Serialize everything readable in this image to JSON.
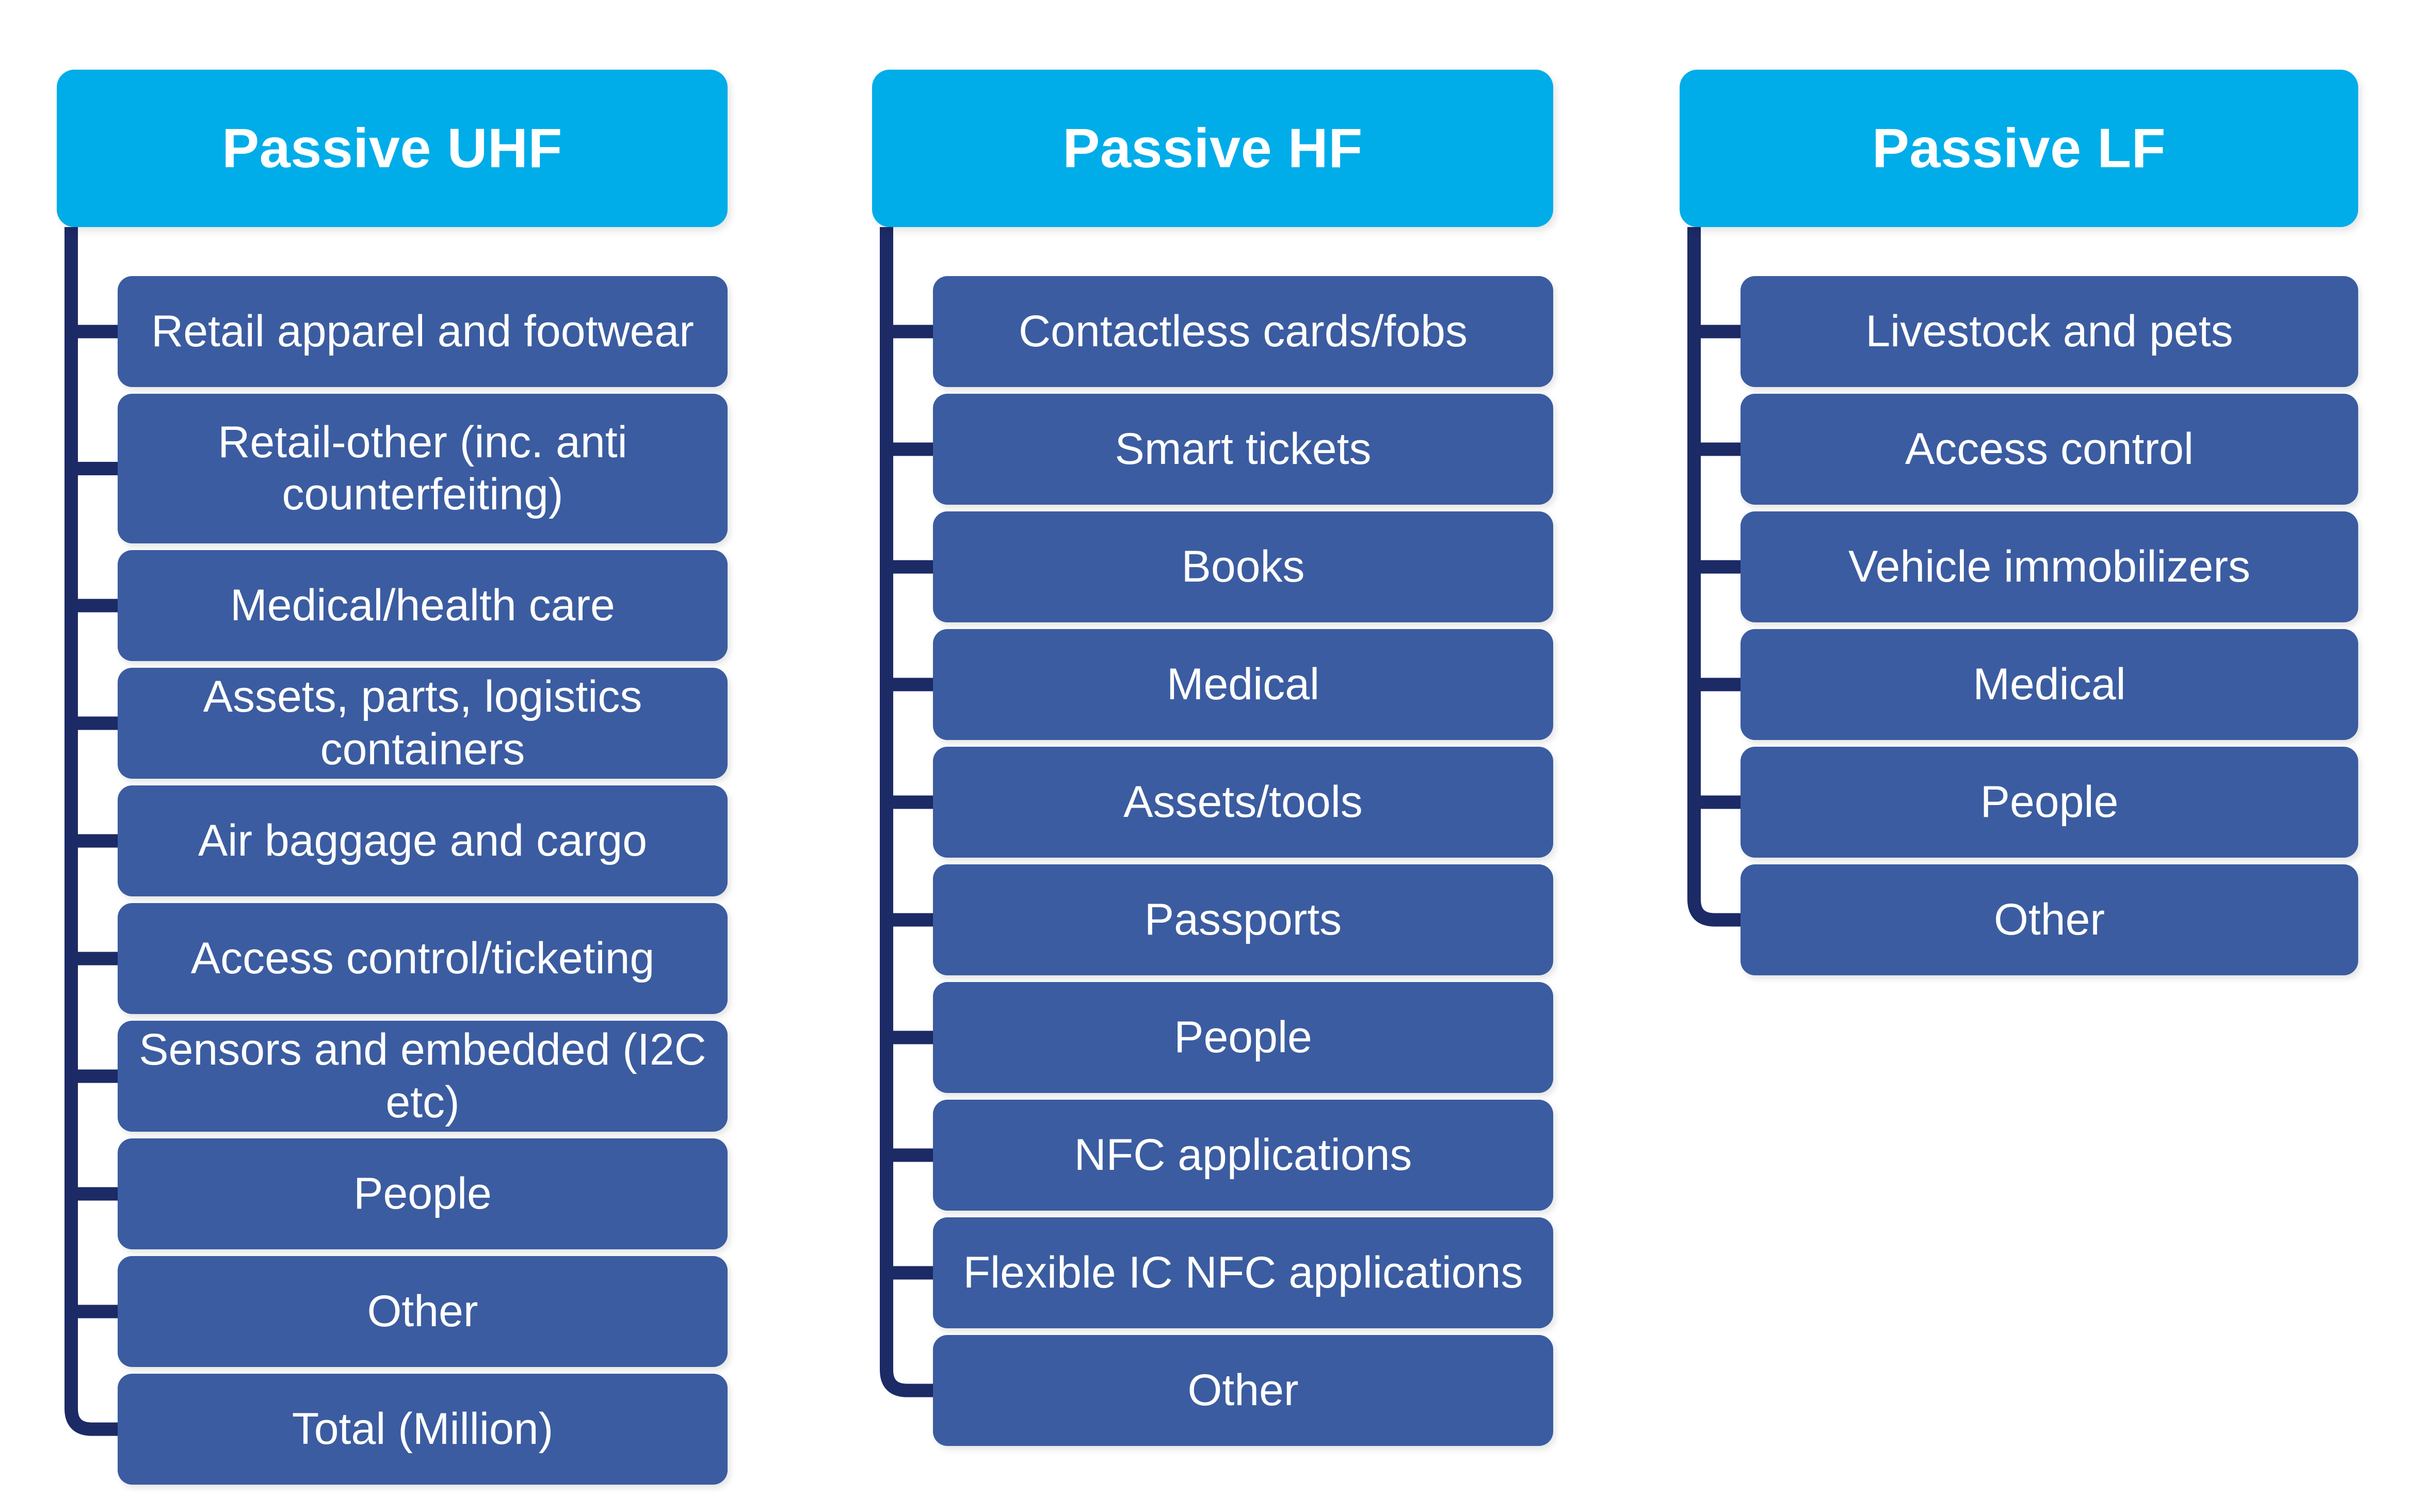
{
  "diagram": {
    "title": "RFID passive tag application categories by frequency band",
    "type": "tree-diagram",
    "colors": {
      "header_fill": "#00ADE8",
      "item_fill": "#3B5CA0",
      "connector": "#1C2A66",
      "text": "#FFFFFF",
      "background": "#FFFFFF"
    },
    "columns": [
      {
        "id": "passive-uhf",
        "header": "Passive UHF",
        "items": [
          "Retail apparel and footwear",
          "Retail-other (inc. anti counterfeiting)",
          "Medical/health care",
          "Assets, parts, logistics containers",
          "Air baggage and cargo",
          "Access control/ticketing",
          "Sensors and embedded (I2C etc)",
          "People",
          "Other",
          "Total (Million)"
        ]
      },
      {
        "id": "passive-hf",
        "header": "Passive HF",
        "items": [
          "Contactless cards/fobs",
          "Smart tickets",
          "Books",
          "Medical",
          "Assets/tools",
          "Passports",
          "People",
          "NFC applications",
          "Flexible IC NFC applications",
          "Other"
        ]
      },
      {
        "id": "passive-lf",
        "header": "Passive LF",
        "items": [
          "Livestock and pets",
          "Access control",
          "Vehicle immobilizers",
          "Medical",
          "People",
          "Other"
        ]
      }
    ]
  }
}
